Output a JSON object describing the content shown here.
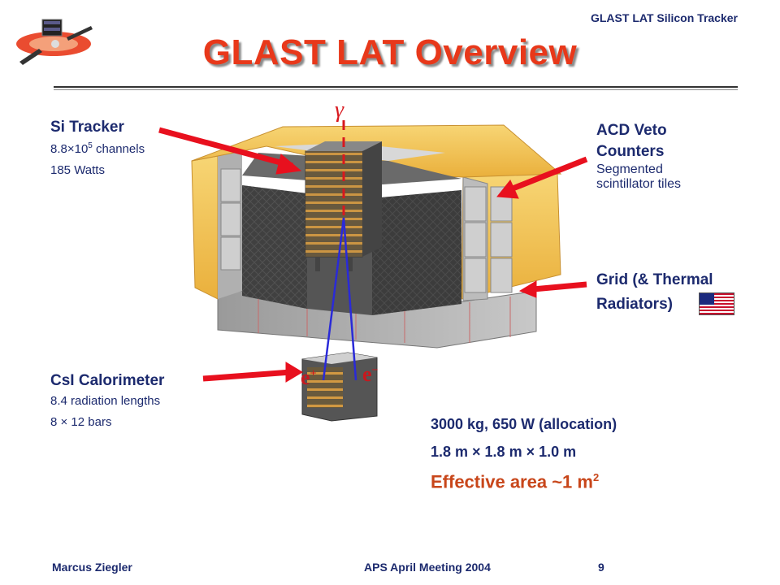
{
  "header": {
    "right_label": "GLAST LAT Silicon Tracker",
    "title": "GLAST LAT Overview"
  },
  "labels": {
    "tracker": {
      "head": "Si Tracker",
      "line1": "8.8×10",
      "line1_exp": "5",
      "line1_tail": " channels",
      "line2": "185 Watts"
    },
    "acd": {
      "head1": "ACD Veto",
      "head2": "Counters",
      "line1": "Segmented",
      "line2": "scintillator tiles"
    },
    "grid": {
      "head1": "Grid (& Thermal",
      "head2": "Radiators)"
    },
    "calorimeter": {
      "head": "CsI Calorimeter",
      "line1": "8.4 radiation lengths",
      "line2": "8 × 12 bars"
    }
  },
  "specs": {
    "line1": "3000 kg,  650 W (allocation)",
    "line2": "1.8 m × 1.8 m × 1.0 m",
    "effective": "Effective area ~1 m",
    "effective_exp": "2"
  },
  "diagram": {
    "gamma": "γ",
    "e_plus": "e",
    "e_plus_sup": "+",
    "e_minus": "e",
    "e_minus_sup": "−"
  },
  "footer": {
    "author": "Marcus Ziegler",
    "meeting": "APS April Meeting 2004",
    "page": "9"
  },
  "colors": {
    "title": "#e8381a",
    "text_navy": "#1c2a6e",
    "arrow_red": "#e8101e",
    "effective": "#c8461a",
    "insulation": "#f3c24f"
  }
}
